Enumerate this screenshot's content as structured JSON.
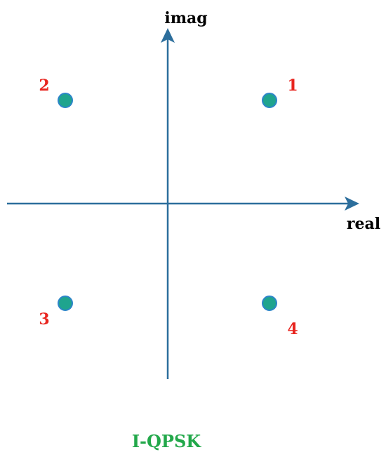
{
  "axes": {
    "x_label": "real",
    "y_label": "imag"
  },
  "constellation": [
    {
      "label": "1",
      "quadrant": "I"
    },
    {
      "label": "2",
      "quadrant": "II"
    },
    {
      "label": "3",
      "quadrant": "III"
    },
    {
      "label": "4",
      "quadrant": "IV"
    }
  ],
  "caption": "I-QPSK",
  "colors": {
    "axis": "#2C6E9C",
    "point_fill": "#1FA48E",
    "point_stroke": "#2C85C8",
    "point_label": "#E8251F",
    "caption": "#22A84A",
    "axis_label": "#000000"
  }
}
